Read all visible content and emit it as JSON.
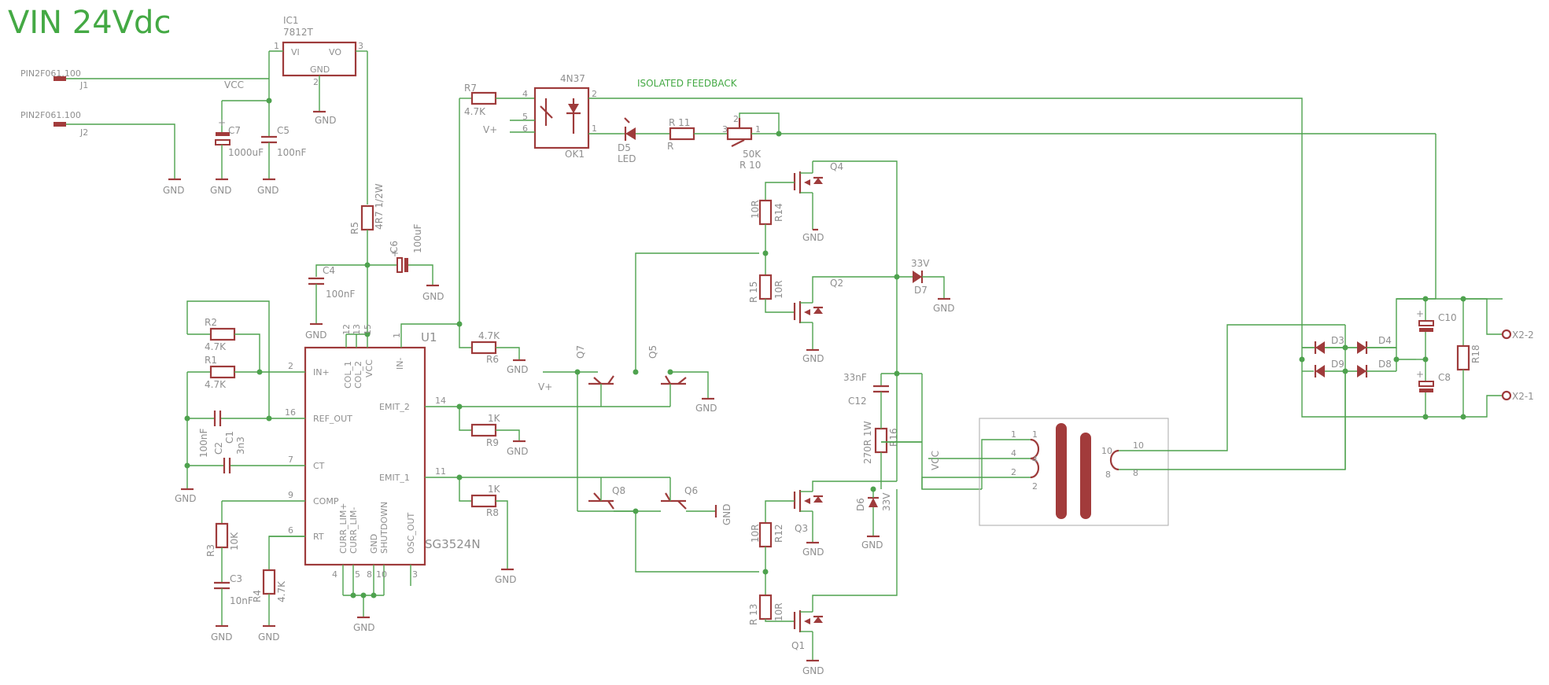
{
  "title": "VIN 24Vdc",
  "note_feedback": "ISOLATED FEEDBACK",
  "connectors": {
    "j1_part": "PIN2F061.100",
    "j1_name": "J1",
    "j2_part": "PIN2F061.100",
    "j2_name": "J2",
    "x22": "X2-2",
    "x21": "X2-1"
  },
  "nets": {
    "vcc": "VCC",
    "vplus": "V+",
    "gnd": "GND"
  },
  "regulator": {
    "name": "IC1",
    "part": "7812T",
    "vi": "VI",
    "vo": "VO",
    "gnd": "GND",
    "pin1": "1",
    "pin2": "2",
    "pin3": "3"
  },
  "ic": {
    "name": "U1",
    "part": "SG3524N",
    "pins_left": [
      {
        "num": "2",
        "label": "IN+"
      },
      {
        "num": "16",
        "label": "REF_OUT"
      },
      {
        "num": "7",
        "label": "CT"
      },
      {
        "num": "9",
        "label": "COMP"
      },
      {
        "num": "6",
        "label": "RT"
      }
    ],
    "pins_right": [
      {
        "num": "14",
        "label": "EMIT_2"
      },
      {
        "num": "11",
        "label": "EMIT_1"
      }
    ],
    "pins_top": [
      {
        "num": "12",
        "label": "COL_1"
      },
      {
        "num": "13",
        "label": "COL_2"
      },
      {
        "num": "15",
        "label": "VCC"
      },
      {
        "num": "1",
        "label": "IN-"
      }
    ],
    "pins_bottom": [
      {
        "num": "4",
        "label": "CURR_LIM+"
      },
      {
        "num": "5",
        "label": "CURR_LIM-"
      },
      {
        "num": "8",
        "label": "GND"
      },
      {
        "num": "10",
        "label": "SHUTDOWN"
      },
      {
        "num": "3",
        "label": "OSC_OUT"
      }
    ]
  },
  "optocoupler": {
    "name": "OK1",
    "part": "4N37",
    "pin1": "1",
    "pin2": "2",
    "pin4": "4",
    "pin5": "5",
    "pin6": "6"
  },
  "resistors": [
    {
      "ref": "R1",
      "value": "4.7K"
    },
    {
      "ref": "R2",
      "value": "4.7K"
    },
    {
      "ref": "R3",
      "value": "10K"
    },
    {
      "ref": "R4",
      "value": "4.7K"
    },
    {
      "ref": "R5",
      "value": "4R7 1/2W"
    },
    {
      "ref": "R6",
      "value": "4.7K"
    },
    {
      "ref": "R7",
      "value": "4.7K"
    },
    {
      "ref": "R8",
      "value": "1K"
    },
    {
      "ref": "R9",
      "value": "1K"
    },
    {
      "ref": "R 11",
      "value": "R"
    },
    {
      "ref": "R 10",
      "value": "50K"
    },
    {
      "ref": "R12",
      "value": "10R"
    },
    {
      "ref": "R 13",
      "value": "10R"
    },
    {
      "ref": "R14",
      "value": "10R"
    },
    {
      "ref": "R 15",
      "value": "10R"
    },
    {
      "ref": "R16",
      "value": "270R 1W"
    },
    {
      "ref": "R18",
      "value": ""
    }
  ],
  "capacitors": [
    {
      "ref": "C7",
      "value": "1000uF"
    },
    {
      "ref": "C5",
      "value": "100nF"
    },
    {
      "ref": "C4",
      "value": "100nF"
    },
    {
      "ref": "C6",
      "value": "100uF"
    },
    {
      "ref": "C1",
      "value": "100nF"
    },
    {
      "ref": "C2",
      "value": "3n3"
    },
    {
      "ref": "C3",
      "value": "10nF"
    },
    {
      "ref": "C12",
      "value": "33nF"
    },
    {
      "ref": "C10",
      "value": ""
    },
    {
      "ref": "C8",
      "value": ""
    }
  ],
  "diodes": [
    {
      "ref": "D5",
      "value": "LED"
    },
    {
      "ref": "D7",
      "value": "33V"
    },
    {
      "ref": "D6",
      "value": "33V"
    },
    {
      "ref": "D3",
      "value": ""
    },
    {
      "ref": "D4",
      "value": ""
    },
    {
      "ref": "D9",
      "value": ""
    },
    {
      "ref": "D8",
      "value": ""
    }
  ],
  "transistors": [
    "Q1",
    "Q2",
    "Q3",
    "Q4",
    "Q5",
    "Q6",
    "Q7",
    "Q8"
  ],
  "transformer": {
    "pins": [
      "1",
      "4",
      "2",
      "10",
      "8"
    ]
  },
  "colors": {
    "wire": "#4ea24e",
    "part": "#9e3b3b",
    "text": "#8f8f8f",
    "title": "#44a944"
  }
}
